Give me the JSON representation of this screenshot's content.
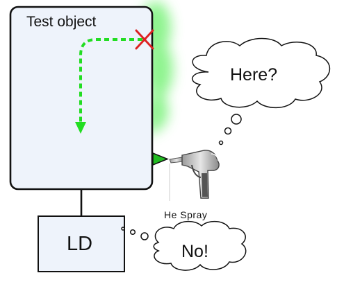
{
  "test_object": {
    "label": "Test object"
  },
  "thought_cloud_top": {
    "text": "Here?"
  },
  "thought_cloud_bottom": {
    "text": "No!"
  },
  "leak_detector": {
    "label": "LD"
  },
  "spray_gun": {
    "label": "He Spray"
  },
  "colors": {
    "test_object_fill": "#eef3fb",
    "outline": "#111111",
    "helium_path": "#22dd22",
    "helium_glow": "#7cf27c",
    "blocked_mark": "#dd2222",
    "leak_marker": "#22bb22",
    "ld_fill": "#eef3fb"
  },
  "icons": [
    "red-x-mark",
    "spray-gun-icon",
    "leak-point-triangle"
  ]
}
